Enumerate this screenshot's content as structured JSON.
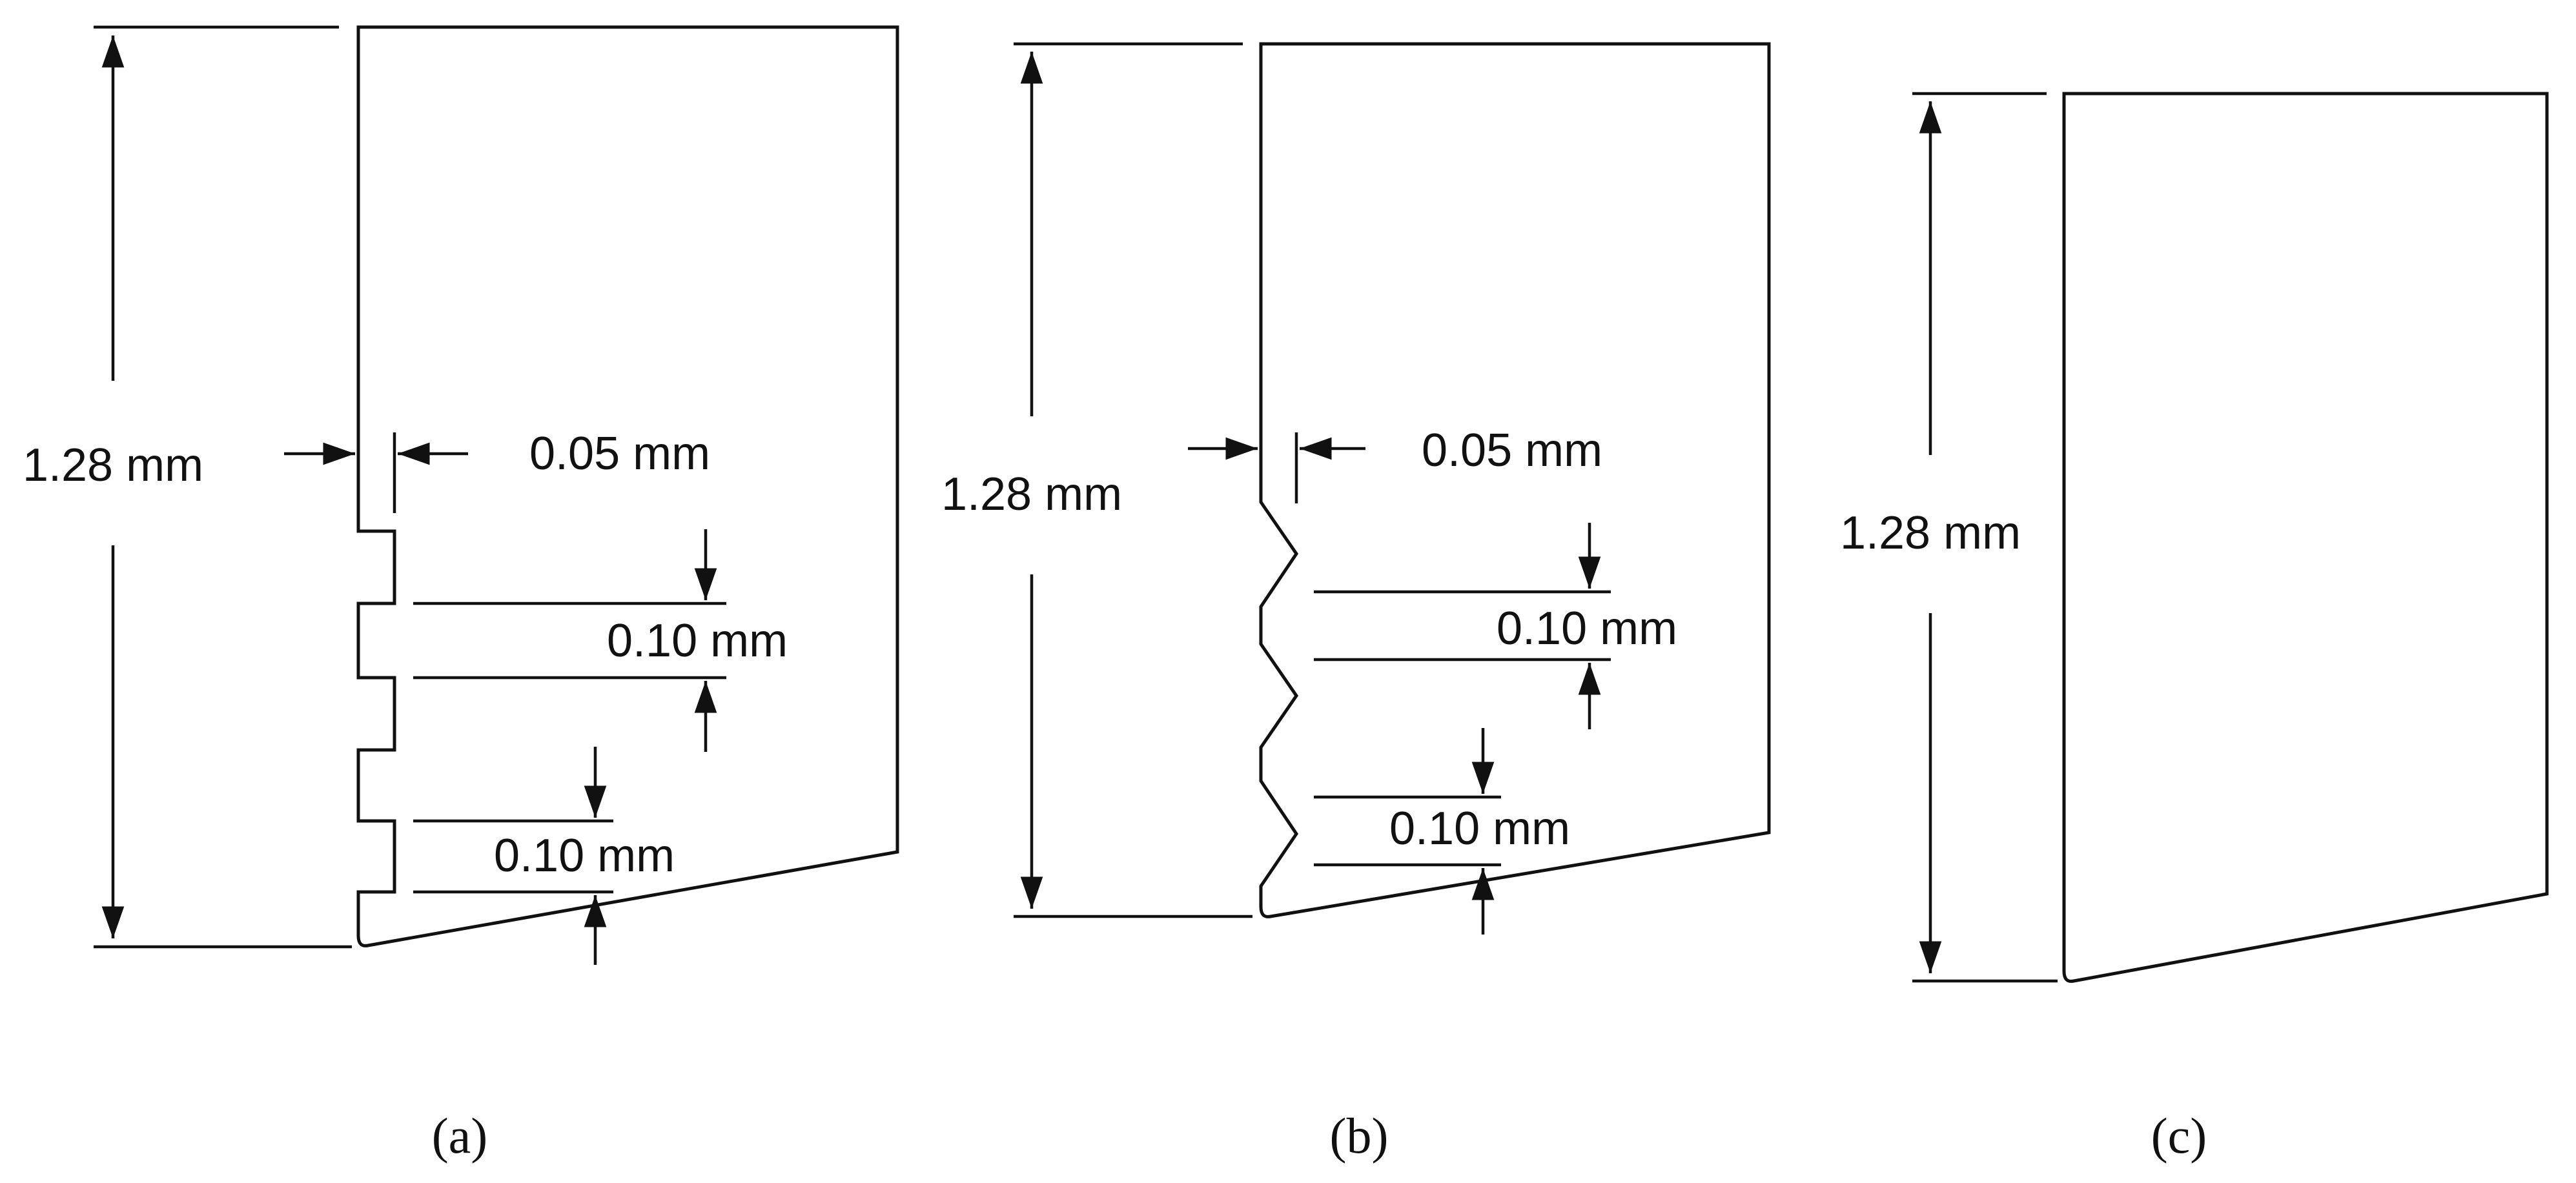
{
  "figure": {
    "panels": [
      {
        "id": "a",
        "caption": "(a)",
        "edge_profile": "rectangular grooves",
        "labels": {
          "height": "1.28 mm",
          "depth": "0.05 mm",
          "groove_1": "0.10 mm",
          "groove_2": "0.10 mm"
        }
      },
      {
        "id": "b",
        "caption": "(b)",
        "edge_profile": "triangular grooves",
        "labels": {
          "height": "1.28 mm",
          "depth": "0.05 mm",
          "groove_1": "0.10 mm",
          "groove_2": "0.10 mm"
        }
      },
      {
        "id": "c",
        "caption": "(c)",
        "edge_profile": "plain",
        "labels": {
          "height": "1.28 mm"
        }
      }
    ],
    "colors": {
      "stroke": "#111111",
      "background": "#ffffff"
    }
  }
}
